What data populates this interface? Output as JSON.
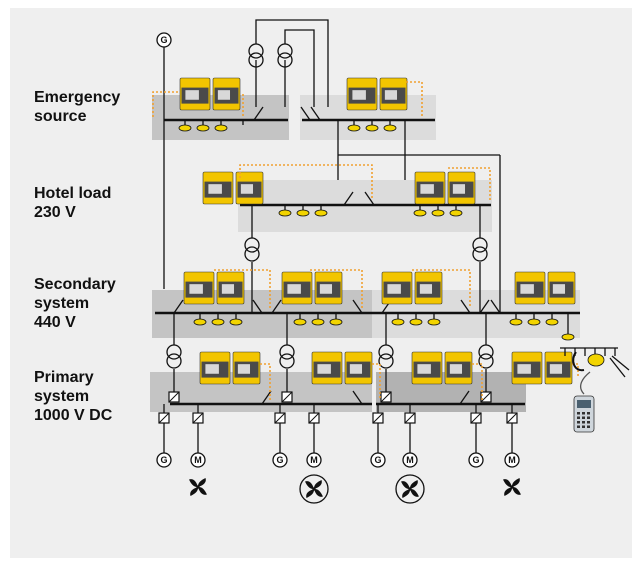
{
  "labels": {
    "emergency": [
      "Emergency",
      "source"
    ],
    "hotel": [
      "Hotel load",
      "230 V"
    ],
    "secondary": [
      "Secondary",
      "system",
      "440 V"
    ],
    "primary": [
      "Primary",
      "system",
      "1000 V DC"
    ]
  },
  "symbols": {
    "generator": "G",
    "motor": "M"
  },
  "colors": {
    "panel_bg": "#efefef",
    "bus_bg_dark": "#c4c4c4",
    "bus_bg_light": "#dcdcdc",
    "device_yellow": "#f2c500",
    "device_dark": "#4a4a4a",
    "sensor_fill": "#f2d400",
    "dotted_signal": "#f0a030",
    "line": "#111111"
  },
  "icons": [
    "generator-icon",
    "motor-icon",
    "fan-icon",
    "transformer-icon",
    "converter-icon",
    "insulation-monitor-icon",
    "current-sensor-icon",
    "handheld-tester-icon",
    "clamp-probe-icon"
  ]
}
